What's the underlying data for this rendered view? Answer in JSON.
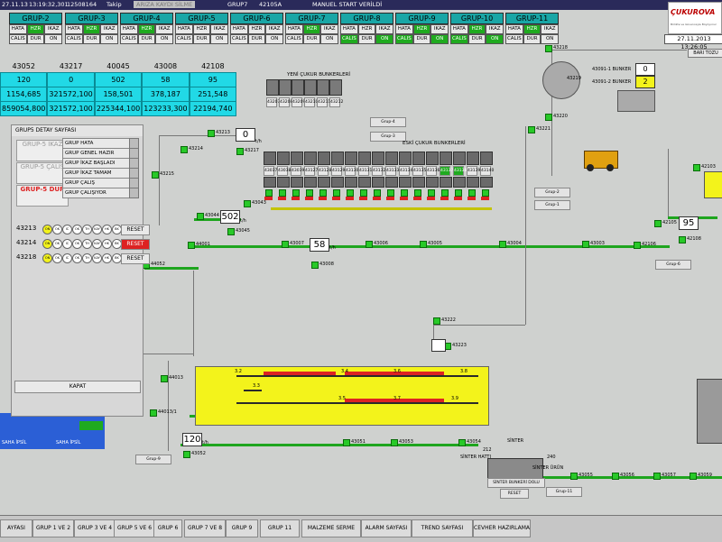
{
  "topbar": {
    "date": "27.11.13",
    "time": "13:19:32,301",
    "id": "12508164",
    "mode": "Takip",
    "alarm": "ARIZA KAYDI SİLME",
    "grp": "GRUP7",
    "code": "42105A",
    "msg": "MANUEL START VERİLDİ"
  },
  "groups": [
    {
      "name": "GRUP-2",
      "hata": "HATA",
      "hzr": "HZR",
      "ikaz": "IKAZ",
      "calis": "CALIS",
      "dur": "DUR",
      "on": "ON"
    },
    {
      "name": "GRUP-3",
      "hata": "HATA",
      "hzr": "HZR",
      "ikaz": "IKAZ",
      "calis": "CALIS",
      "dur": "DUR",
      "on": "ON"
    },
    {
      "name": "GRUP-4",
      "hata": "HATA",
      "hzr": "HZR",
      "ikaz": "IKAZ",
      "calis": "CALIS",
      "dur": "DUR",
      "on": "ON"
    },
    {
      "name": "GRUP-5",
      "hata": "HATA",
      "hzr": "HZR",
      "ikaz": "IKAZ",
      "calis": "CALIS",
      "dur": "DUR",
      "on": "ON"
    },
    {
      "name": "GRUP-6",
      "hata": "HATA",
      "hzr": "HZR",
      "ikaz": "IKAZ",
      "calis": "CALIS",
      "dur": "DUR",
      "on": "ON"
    },
    {
      "name": "GRUP-7",
      "hata": "HATA",
      "hzr": "HZR",
      "ikaz": "IKAZ",
      "calis": "CALIS",
      "dur": "DUR",
      "on": "ON"
    },
    {
      "name": "GRUP-8",
      "hata": "HATA",
      "hzr": "HZR",
      "ikaz": "IKAZ",
      "calis": "CALIS",
      "dur": "DUR",
      "on": "ON"
    },
    {
      "name": "GRUP-9",
      "hata": "HATA",
      "hzr": "HZR",
      "ikaz": "IKAZ",
      "calis": "CALIS",
      "dur": "DUR",
      "on": "ON"
    },
    {
      "name": "GRUP-10",
      "hata": "HATA",
      "hzr": "HZR",
      "ikaz": "IKAZ",
      "calis": "CALIS",
      "dur": "DUR",
      "on": "ON"
    },
    {
      "name": "GRUP-11",
      "hata": "HATA",
      "hzr": "HZR",
      "ikaz": "IKAZ",
      "calis": "CALIS",
      "dur": "DUR",
      "on": "ON"
    }
  ],
  "right_date": "27.11.2013 13:26:05",
  "baritozu": "BARI TOZU",
  "table": {
    "headers": [
      "43052",
      "43217",
      "40045",
      "43008",
      "42108"
    ],
    "row1": [
      "120",
      "0",
      "502",
      "58",
      "95"
    ],
    "row2": [
      "1154,685",
      "321572,100",
      "158,501",
      "378,187",
      "251,548"
    ],
    "row3": [
      "859054,800",
      "321572,100",
      "225344,100",
      "123233,300",
      "22194,740"
    ]
  },
  "dialog": {
    "title": "GRUP5 DETAY SAYFASI",
    "btn1": "GRUP-5 İKAZ",
    "btn2": "GRUP-5 ÇALIŞ",
    "btn3": "GRUP-5 DUR",
    "statuses": [
      "GRUP HATA",
      "GRUP GENEL HAZIR",
      "GRUP İKAZ BAŞLADI",
      "GRUP İKAZ TAMAM",
      "GRUP ÇALIŞ",
      "GRUP ÇALIŞIYOR"
    ],
    "rows": [
      {
        "id": "43213",
        "reset": "RESET"
      },
      {
        "id": "43214",
        "reset": "RESET"
      },
      {
        "id": "43218",
        "reset": "RESET"
      }
    ],
    "circles": [
      "ON",
      "OK",
      "IC",
      "OK",
      "TH",
      "KAY",
      "HK",
      "BK"
    ],
    "close": "KAPAT"
  },
  "labels": {
    "yeni": "YENİ ÇUKUR BUNKERLERİ",
    "eski": "ESKİ ÇUKUR BUNKERLERİ",
    "b1": "43091-1 BUNKER",
    "b2": "43091-2 BUNKER",
    "sinter": "SİNTER",
    "sinterhatti": "SİNTER HATTI",
    "sinterurun": "SİNTER ÜRÜN",
    "sinterbunker": "SİNTER BUNKERİ DOLU",
    "reset": "RESET",
    "sahaipsil": "SAHA İPSİL"
  },
  "values": {
    "v0": "0",
    "v502": "502",
    "v58": "58",
    "v95": "95",
    "v120": "120",
    "b1": "0",
    "b2": "2",
    "n240": "240",
    "n212": "212",
    "tph": "t/h"
  },
  "tags": {
    "t43218": "43218",
    "t43219": "43219",
    "t43213": "43213",
    "t43217": "43217",
    "t43214": "43214",
    "t43215": "43215",
    "t43043": "43043",
    "t43044": "43044",
    "t43045": "43045",
    "t44001": "44001",
    "t43007": "43007",
    "t43008": "43008",
    "t43006": "43006",
    "t43005": "43005",
    "t43004": "43004",
    "t43003": "43003",
    "t42106": "42106",
    "t42105": "42105",
    "t42108": "42108",
    "t42103": "42103",
    "t44052": "44052",
    "t44013": "44013",
    "t44013b": "44013/1",
    "t43222": "43222",
    "t43223": "43223",
    "t43220": "43220",
    "t43221": "43221",
    "t43052": "43052",
    "t43051": "43051",
    "t43053": "43053",
    "t43054": "43054",
    "t43055": "43055",
    "t43056": "43056",
    "t43057": "43057",
    "t43059": "43059"
  },
  "yeni_cells": [
    "43207",
    "43208",
    "43209",
    "43210",
    "43211",
    "43212"
  ],
  "eski_cells": [
    "43037",
    "43038",
    "43039",
    "43127",
    "43128",
    "43129",
    "43130",
    "43131",
    "43132",
    "43133",
    "43134",
    "43135",
    "43136",
    "43137",
    "43138",
    "43139",
    "43140"
  ],
  "yel_labels": [
    "3.2",
    "3.3",
    "3.4",
    "3.5",
    "3.6",
    "3.7",
    "3.8",
    "3.9"
  ],
  "grp_btns": {
    "g4": "Grup-4",
    "g3": "Grup-3",
    "g2": "Grup-2",
    "g1": "Grup-1",
    "g6": "Grup-6",
    "g9": "Grup-9",
    "g11": "Grup-11"
  },
  "logo": {
    "name": "ÇUKUROVA",
    "sub": "Birlikte ve Güvenceyle Büyüyoruz"
  },
  "tabs": [
    "AYFASI",
    "GRUP 1 VE 2",
    "GRUP 3 VE 4",
    "GRUP 5 VE 6",
    "GRUP 6",
    "GRUP 7 VE 8",
    "GRUP 9",
    "GRUP 11",
    "MALZEME SERME",
    "ALARM SAYFASI",
    "TREND SAYFASI",
    "CEVHER HAZIRLAMA"
  ],
  "colors": {
    "cyan": "#21d9e6",
    "green": "#1ea51e",
    "yellow": "#f3f31b",
    "teal": "#19a6a6"
  }
}
